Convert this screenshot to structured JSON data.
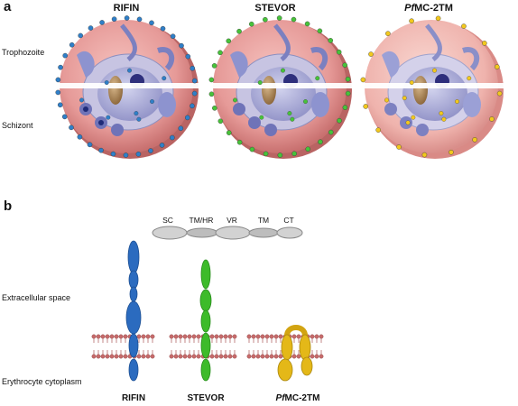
{
  "panel_a": {
    "letter": "a",
    "cells": [
      {
        "title": "RIFIN",
        "dot_color": "#2f7fc8"
      },
      {
        "title": "STEVOR",
        "dot_color": "#47c23a"
      },
      {
        "title_italic": "Pf",
        "title_rest": "MC-2TM",
        "dot_color": "#f2c81e"
      }
    ],
    "stage_labels": {
      "top": "Trophozoite",
      "bottom": "Schizont"
    }
  },
  "panel_b": {
    "letter": "b",
    "domains": [
      "SC",
      "TM/HR",
      "VR",
      "TM",
      "CT"
    ],
    "region_labels": {
      "extracellular": "Extracellular space",
      "cytoplasm": "Erythrocyte cytoplasm"
    },
    "proteins": [
      {
        "label": "RIFIN",
        "color": "#2b6bbf"
      },
      {
        "label": "STEVOR",
        "color": "#3dbb2a"
      },
      {
        "label_italic": "Pf",
        "label_rest": "MC-2TM",
        "color": "#e4b818"
      }
    ]
  }
}
